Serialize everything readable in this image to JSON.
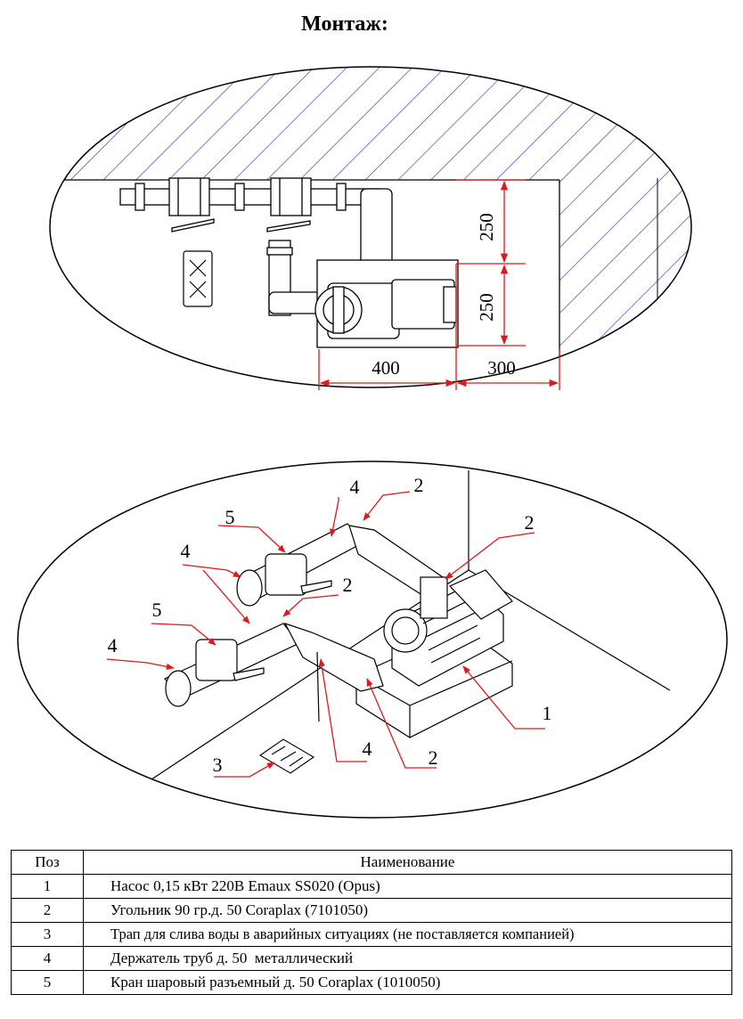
{
  "title": "Монтаж:",
  "plan": {
    "dimensions": [
      "250",
      "250",
      "400",
      "300"
    ]
  },
  "iso": {
    "callouts": [
      "4",
      "2",
      "5",
      "2",
      "4",
      "2",
      "5",
      "4",
      "1",
      "4",
      "2",
      "3"
    ]
  },
  "table": {
    "headers": [
      "Поз",
      "Наименование"
    ],
    "rows": [
      {
        "pos": "1",
        "name": "Насос 0,15 кВт 220В Emaux SS020 (Opus)"
      },
      {
        "pos": "2",
        "name": "Угольник 90 гр.д. 50 Coraplax (7101050)"
      },
      {
        "pos": "3",
        "name": "Трап для слива воды в аварийных ситуациях (не поставляется компанией)"
      },
      {
        "pos": "4",
        "name": "Держатель труб д. 50  металлический"
      },
      {
        "pos": "5",
        "name": "Кран шаровый разъемный д. 50 Coraplax (1010050)"
      }
    ]
  },
  "colors": {
    "hatch": "#3a3ab8",
    "dimension": "#e0181c",
    "line": "#000000"
  }
}
